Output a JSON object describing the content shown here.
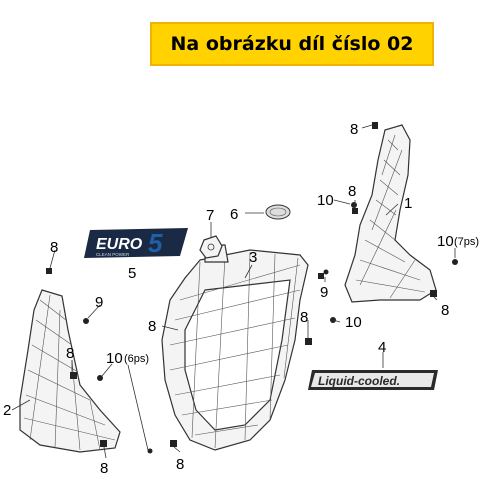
{
  "banner": {
    "text": "Na obrázku díl číslo 02"
  },
  "callouts": [
    {
      "id": "c8a",
      "text": "8"
    },
    {
      "id": "c1",
      "text": "1"
    },
    {
      "id": "c10a",
      "text": "10"
    },
    {
      "id": "c8b",
      "text": "8"
    },
    {
      "id": "c7",
      "text": "7"
    },
    {
      "id": "c6",
      "text": "6"
    },
    {
      "id": "c3",
      "text": "3"
    },
    {
      "id": "c10b",
      "text": "10"
    },
    {
      "id": "c10b_q",
      "text": "(7ps)"
    },
    {
      "id": "c8c",
      "text": "8"
    },
    {
      "id": "c5",
      "text": "5"
    },
    {
      "id": "c9a",
      "text": "9"
    },
    {
      "id": "c9b",
      "text": "9"
    },
    {
      "id": "c10c",
      "text": "10"
    },
    {
      "id": "c8d",
      "text": "8"
    },
    {
      "id": "c8e",
      "text": "8"
    },
    {
      "id": "c8f",
      "text": "8"
    },
    {
      "id": "c8g",
      "text": "8"
    },
    {
      "id": "c4",
      "text": "4"
    },
    {
      "id": "c10d",
      "text": "10"
    },
    {
      "id": "c10d_q",
      "text": "(6ps)"
    },
    {
      "id": "c2",
      "text": "2"
    },
    {
      "id": "c8h",
      "text": "8"
    },
    {
      "id": "c8i",
      "text": "8"
    }
  ],
  "decals": {
    "euro_badge": "EURO",
    "euro_number": "5",
    "euro_sub": "CLEAN POWER",
    "liquid_cooled": "Liquid-cooled."
  },
  "colors": {
    "banner_bg": "#ffd200",
    "banner_border": "#f0b400",
    "euro_blue": "#1e5fa8",
    "decal_dark": "#2a2a2a"
  }
}
